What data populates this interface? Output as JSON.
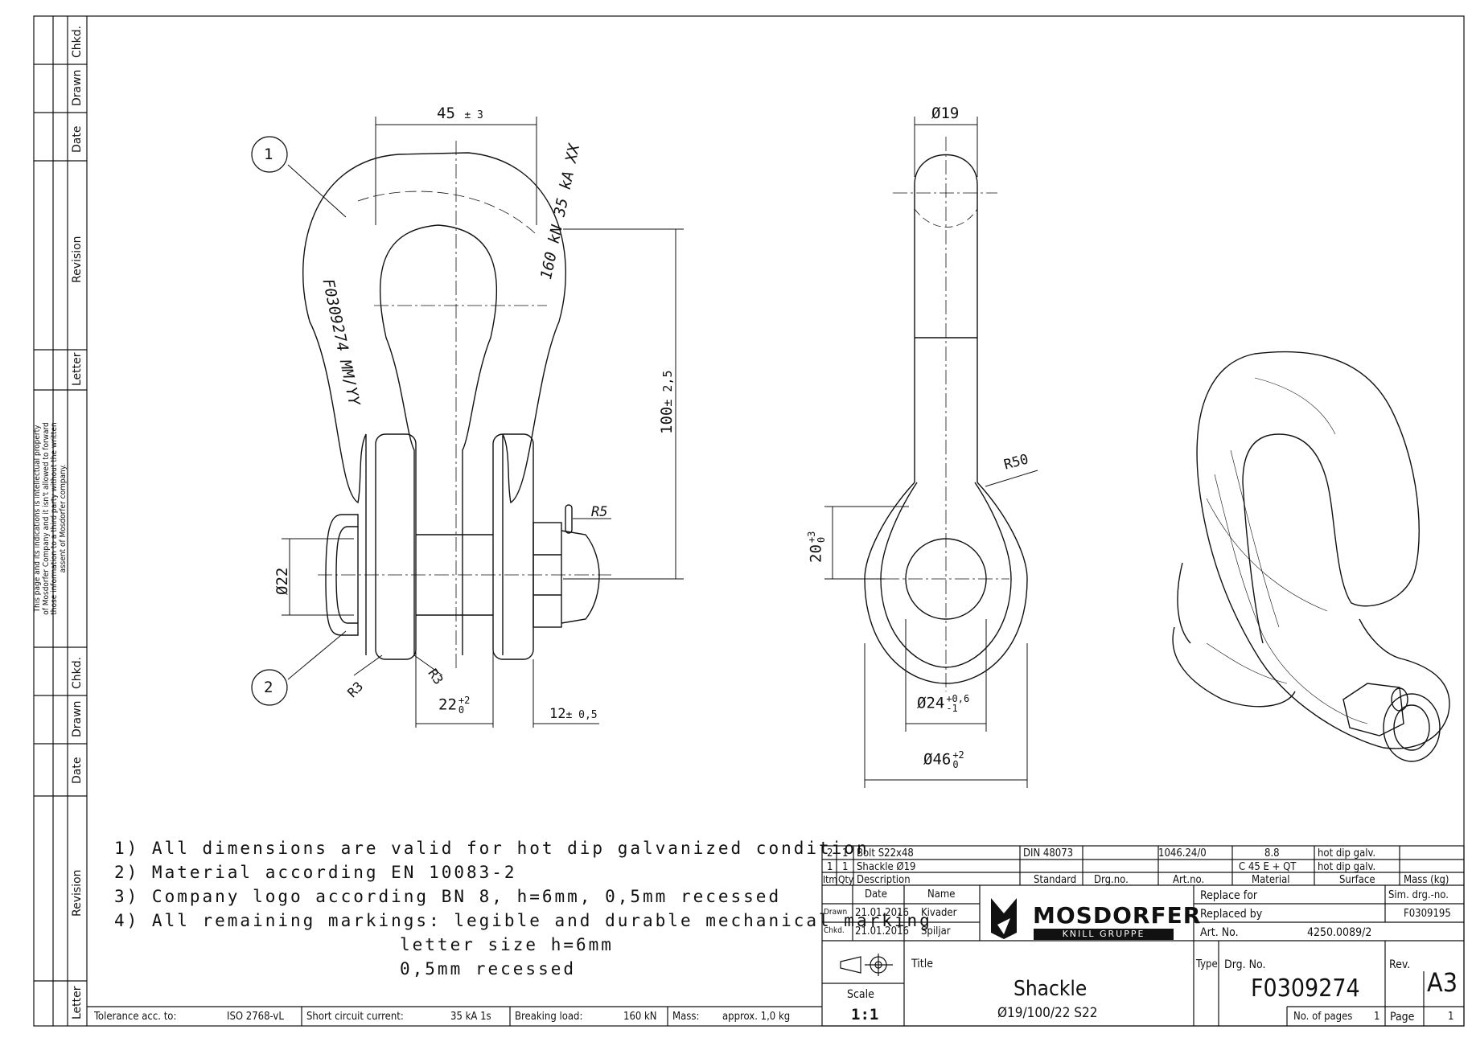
{
  "side_strip": {
    "top": [
      "Chkd.",
      "Drawn",
      "Date",
      "Revision",
      "Letter"
    ],
    "bottom": [
      "Chkd.",
      "Drawn",
      "Date",
      "Revision",
      "Letter"
    ],
    "ip_notice": [
      "This page and its indications is intellectual property",
      "of Mosdorfer Company and it isn't allowed to forward",
      "those information to a third party without the written",
      "assent of Mosdorfer company."
    ]
  },
  "front_view": {
    "balloon_1": "1",
    "balloon_2": "2",
    "dim_width": "45",
    "dim_width_tol": "± 3",
    "dim_height": "100",
    "dim_height_tol": "± 2,5",
    "dim_pin": "Ø22",
    "dim_gap": "22",
    "dim_gap_up": "+2",
    "dim_gap_low": "0",
    "dim_nut": "12",
    "dim_nut_tol": "± 0,5",
    "r5": "R5",
    "r3a": "R3",
    "r3b": "R3",
    "marking_left": "F0309274 MM/YY",
    "marking_right": "160 kN  35 kA XX"
  },
  "side_view": {
    "dim_top": "Ø19",
    "r50": "R50",
    "dim_eye": "20",
    "dim_eye_up": "+3",
    "dim_eye_low": "0",
    "dim_hole": "Ø24",
    "dim_hole_up": "+0,6",
    "dim_hole_low": "-1",
    "dim_outer": "Ø46",
    "dim_outer_up": "+2",
    "dim_outer_low": "0"
  },
  "notes": [
    "1) All dimensions are valid for hot dip galvanized condition",
    "2) Material according EN 10083-2",
    "3) Company logo according BN 8, h=6mm, 0,5mm recessed",
    "4) All remaining markings: legible and durable mechanical marking",
    "letter size h=6mm",
    "0,5mm recessed"
  ],
  "bottom_bar": {
    "tolerance_label": "Tolerance acc. to:",
    "tolerance_value": "ISO 2768-vL",
    "short_circuit_label": "Short circuit current:",
    "short_circuit_value": "35 kA 1s",
    "breaking_label": "Breaking load:",
    "breaking_value": "160 kN",
    "mass_label": "Mass:",
    "mass_value": "approx. 1,0 kg"
  },
  "parts": [
    {
      "itm": "2",
      "qty": "1",
      "desc": "Bolt S22x48",
      "standard": "DIN 48073",
      "drg": "",
      "art": "1046.24/0",
      "material": "8.8",
      "surface": "hot dip galv.",
      "mass": ""
    },
    {
      "itm": "1",
      "qty": "1",
      "desc": "Shackle Ø19",
      "standard": "",
      "drg": "",
      "art": "",
      "material": "C 45 E + QT",
      "surface": "hot dip galv.",
      "mass": ""
    }
  ],
  "parts_header": {
    "itm": "Itm",
    "qty": "Qty",
    "desc": "Description",
    "standard": "Standard",
    "drg": "Drg.no.",
    "art": "Art.no.",
    "material": "Material",
    "surface": "Surface",
    "mass": "Mass (kg)"
  },
  "title_block": {
    "date_h": "Date",
    "name_h": "Name",
    "drawn_label": "Drawn",
    "drawn_date": "21.01.2016",
    "drawn_name": "Kivader",
    "chkd_label": "Chkd.",
    "chkd_date": "21.01.2016",
    "chkd_name": "Spiljar",
    "company": "MOSDORFER",
    "company_sub": "KNILL GRUPPE",
    "replace_for": "Replace for",
    "replaced_by": "Replaced by",
    "art_no_label": "Art. No.",
    "art_no": "4250.0089/2",
    "sim_label": "Sim. drg.-no.",
    "sim_value": "F0309195",
    "title_label": "Title",
    "title": "Shackle",
    "subtitle": "Ø19/100/22 S22",
    "scale_label": "Scale",
    "scale": "1:1",
    "type_label": "Type",
    "drg_label": "Drg. No.",
    "drg_no": "F0309274",
    "rev_label": "Rev.",
    "format": "A3",
    "pages_label": "No. of pages",
    "pages": "1",
    "page_label": "Page",
    "page": "1"
  }
}
